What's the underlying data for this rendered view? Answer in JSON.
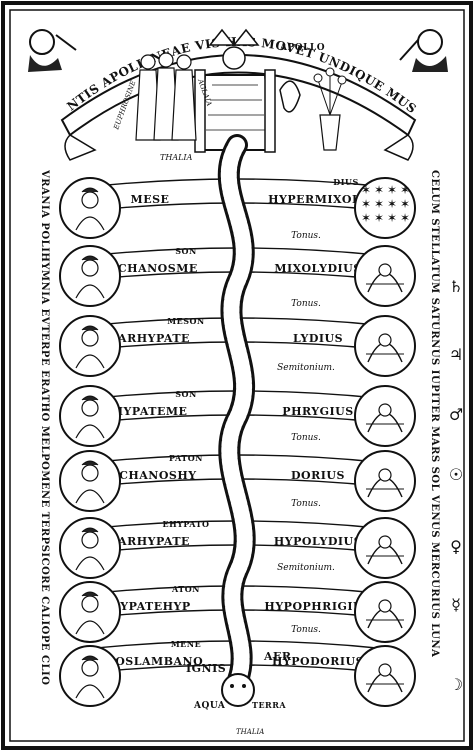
{
  "banner": {
    "motto": "MENTIS APOLLINEAE VIS HAS MOVET UNDIQUE MUSAS",
    "apollo": "APOLLO",
    "graces": [
      "EUPHROSINE",
      "AGLAIA",
      "THALIA"
    ]
  },
  "muses_left": [
    "VRANIA",
    "POLIHYMNIA",
    "EVTERPE",
    "ERATHO",
    "MELPOMENE",
    "TERPSICORE",
    "CALIOPE",
    "CLIO"
  ],
  "spheres_right": [
    "CELUM STELLATUM",
    "SATURNUS",
    "IUPITER",
    "MARS",
    "SOL",
    "VENUS",
    "MERCURIUS",
    "LUNA"
  ],
  "bands": [
    {
      "left": "MESE",
      "prefix_left": "",
      "right": "HYPERMIXOLY",
      "prefix_right": "DIUS"
    },
    {
      "left": "LYCHANOSME",
      "prefix_left": "SON",
      "right": "MIXOLYDIUS",
      "prefix_right": ""
    },
    {
      "left": "PARHYPATE",
      "prefix_left": "MESON",
      "right": "LYDIUS",
      "prefix_right": ""
    },
    {
      "left": "HYPATEME",
      "prefix_left": "SON",
      "right": "PHRYGIUS",
      "prefix_right": ""
    },
    {
      "left": "LYCHANOSHY",
      "prefix_left": "PATON",
      "right": "DORIUS",
      "prefix_right": ""
    },
    {
      "left": "PARHYPATE",
      "prefix_left": "EHYPATO",
      "right": "HYPOLYDIUS",
      "prefix_right": ""
    },
    {
      "left": "HYPATEHYP",
      "prefix_left": "ATON",
      "right": "HYPOPHRIGIUS",
      "prefix_right": ""
    },
    {
      "left": "PROSLAMBANO",
      "prefix_left": "MENE",
      "right": "HYPODORIUS",
      "prefix_right": ""
    }
  ],
  "intervals": [
    "Tonus.",
    "Tonus.",
    "Semitonium.",
    "Tonus.",
    "Tonus.",
    "Semitonium.",
    "Tonus.",
    "Tonus."
  ],
  "elements": [
    "IGNIS",
    "AER",
    "AQUA",
    "TERRA",
    "THALIA"
  ],
  "planet_symbols": [
    "♄",
    "♃",
    "♂",
    "☉",
    "♀",
    "☿",
    "☽"
  ]
}
